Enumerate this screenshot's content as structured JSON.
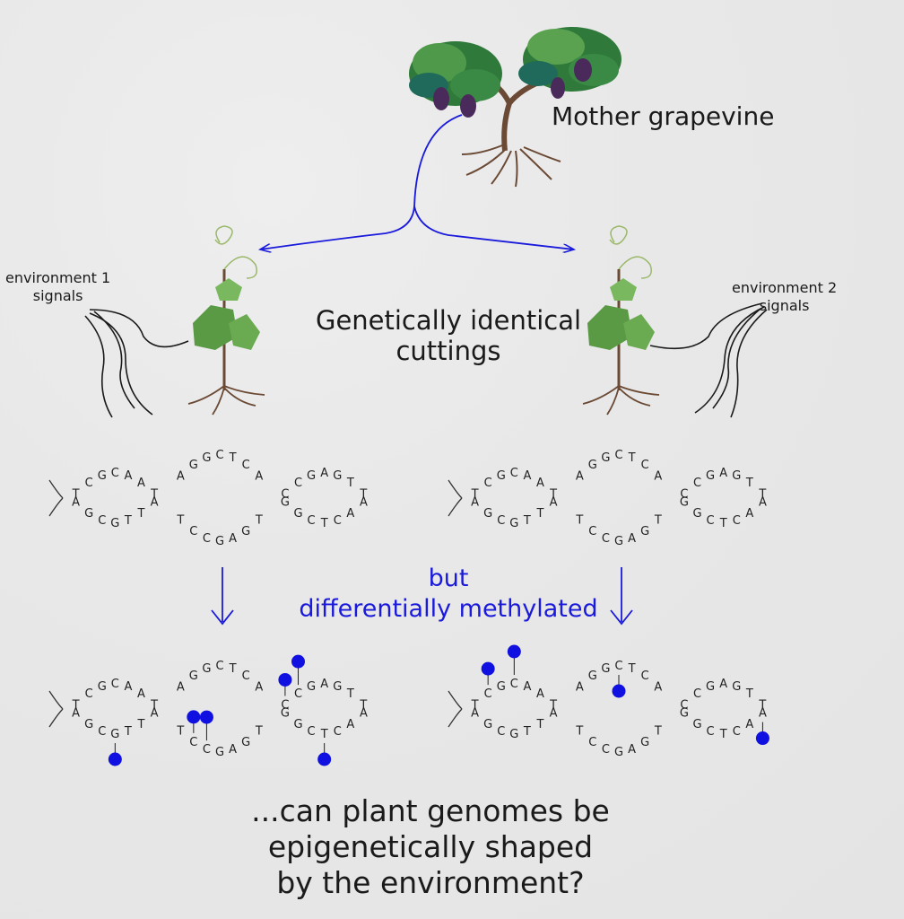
{
  "labels": {
    "mother": "Mother grapevine",
    "env1_line1": "environment 1",
    "env1_line2": "signals",
    "env2_line1": "environment 2",
    "env2_line2": "signals",
    "cuttings_line1": "Genetically identical",
    "cuttings_line2": "cuttings",
    "but_line1": "but",
    "but_line2": "differentially methylated",
    "question_line1": "...can plant genomes be",
    "question_line2": "epigenetically shaped",
    "question_line3": "by the environment?"
  },
  "dna": {
    "top_strand": [
      "T",
      "C",
      "G",
      "C",
      "A",
      "A",
      "T",
      "T",
      "C",
      "C",
      "G",
      "A",
      "G",
      "T",
      "C",
      "C",
      "G",
      "A",
      "G",
      "T",
      "T"
    ],
    "bottom_strand": [
      "A",
      "G",
      "C",
      "G",
      "T",
      "T",
      "A",
      "A",
      "G",
      "G",
      "C",
      "T",
      "C",
      "A",
      "G",
      "G",
      "C",
      "T",
      "C",
      "A",
      "A"
    ]
  },
  "colors": {
    "arrow": "#1a1adc",
    "methyl": "#1010e0",
    "ink": "#1a1a1a",
    "leaf": "#4f8a3a",
    "grape": "#4a2a5a",
    "root": "#6b4a35"
  },
  "icons": [
    "grapevine-tree-icon",
    "grapevine-cutting-icon",
    "signal-waves-icon",
    "dna-helix-icon",
    "methyl-group-icon",
    "arrow-icon"
  ]
}
